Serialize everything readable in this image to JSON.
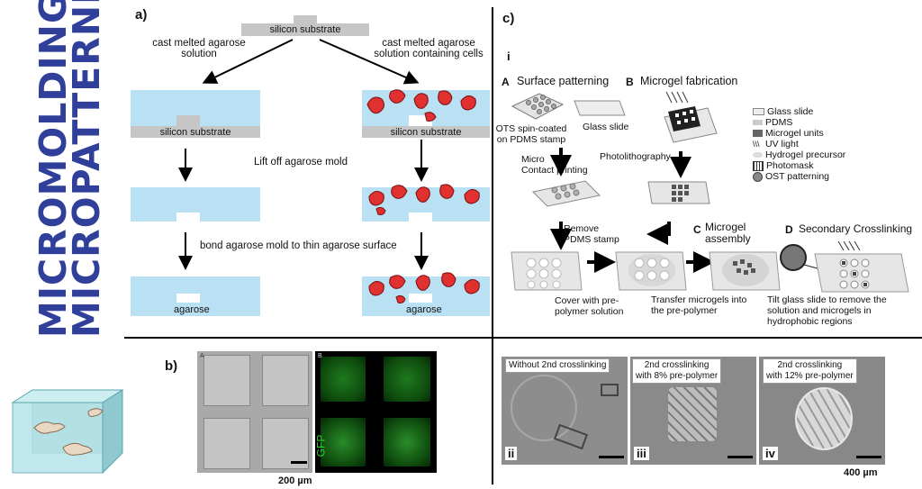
{
  "side_titles": {
    "line1": "MICROMOLDING",
    "line2": "MICROPATTERNING"
  },
  "panel_a": {
    "letter": "a)",
    "top_substrate": "silicon substrate",
    "left_caption": "cast melted agarose\nsolution",
    "right_caption": "cast melted agarose\nsolution containing cells",
    "substrate_label": "silicon substrate",
    "step1": "Lift off agarose mold",
    "step2": "bond agarose mold to thin agarose surface",
    "bottom_label": "agarose"
  },
  "panel_b": {
    "letter": "b)",
    "sub_a": "A",
    "sub_b": "B",
    "gfp": "GFP",
    "scale": "200 µm"
  },
  "panel_c": {
    "letter": "c)",
    "roman_i": "i",
    "A_letter": "A",
    "A_title": "Surface patterning",
    "B_letter": "B",
    "B_title": "Microgel fabrication",
    "C_letter": "C",
    "C_title": "Microgel\nassembly",
    "D_letter": "D",
    "D_title": "Secondary Crosslinking",
    "ots": "OTS spin-coated\non PDMS stamp",
    "glass_slide": "Glass slide",
    "micro_cp": "Micro\nContact printing",
    "photolith": "Photolithography",
    "remove_pdms": "Remove\nPDMS stamp",
    "cover": "Cover with pre-\npolymer solution",
    "transfer": "Transfer microgels into\nthe pre-polymer",
    "tilt": "Tilt glass slide to remove the\nsolution and microgels in\nhydrophobic regions",
    "legend": [
      "Glass slide",
      "PDMS",
      "Microgel units",
      "UV light",
      "Hydrogel precursor",
      "Photomask",
      "OST patterning"
    ],
    "micro_labels": {
      "ii_tag": "Without 2nd crosslinking",
      "iii_tag": "2nd crosslinking\nwith 8% pre-polymer",
      "iv_tag": "2nd crosslinking\nwith 12% pre-polymer",
      "ii": "ii",
      "iii": "iii",
      "iv": "iv"
    },
    "scale": "400 µm"
  }
}
